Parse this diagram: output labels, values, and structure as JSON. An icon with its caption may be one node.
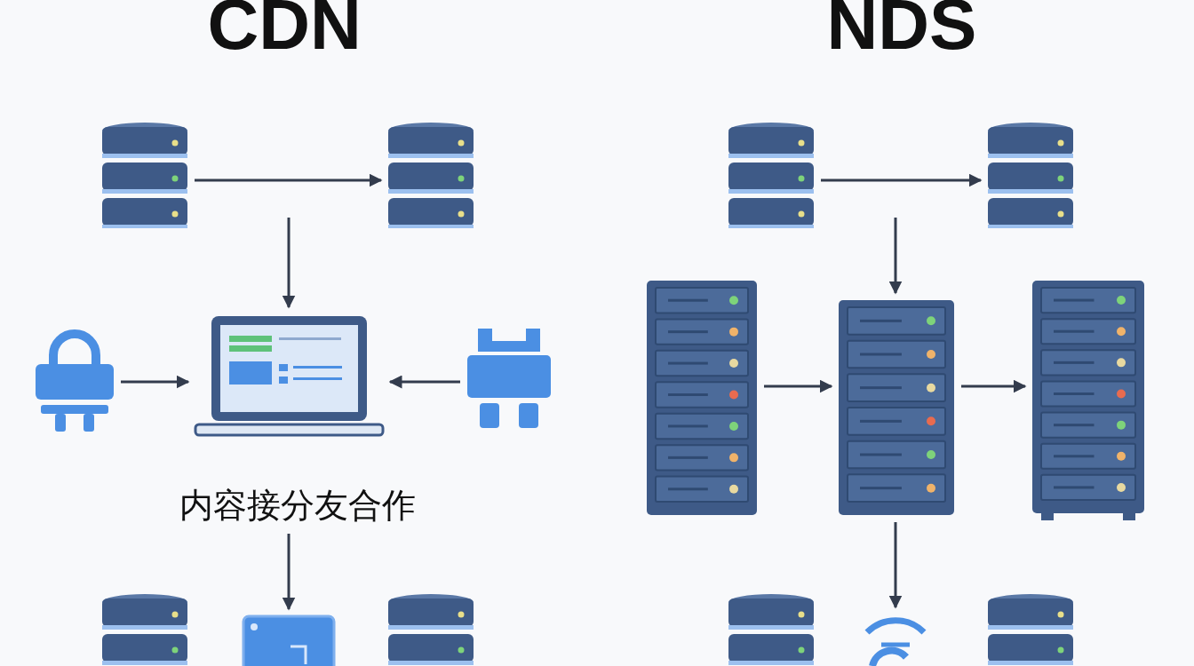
{
  "diagram": {
    "nodes": [
      {
        "text": [],
        "shape": "cylinder"
      },
      {
        "text": [],
        "shape": "cylinder"
      },
      {
        "text": [],
        "shape": "cylinder"
      },
      {
        "text": [],
        "shape": "cylinder"
      },
      {
        "text": [],
        "shape": "picture"
      },
      {
        "text": [],
        "shape": "picture"
      },
      {
        "text": [],
        "shape": "picture"
      },
      {
        "text": [],
        "shape": "picture"
      },
      {
        "text": [],
        "shape": "picture"
      },
      {
        "text": [],
        "shape": "picture"
      },
      {
        "text": [
          "内容接分友合作"
        ]
      },
      {
        "text": [],
        "shape": "cylinder"
      },
      {
        "text": [],
        "shape": "box"
      },
      {
        "text": [],
        "shape": "cylinder"
      },
      {
        "text": [],
        "shape": "cylinder"
      },
      {
        "text": [],
        "shape": "picture"
      },
      {
        "text": [],
        "shape": "cylinder"
      }
    ],
    "edges": [
      {
        "from": 0,
        "to": 1,
        "arrow": "to"
      },
      {
        "from": null,
        "to": 5,
        "arrow": "to"
      },
      {
        "from": 4,
        "to": 5,
        "arrow": "to"
      },
      {
        "from": 6,
        "to": 5,
        "arrow": "to"
      },
      {
        "from": 10,
        "to": 12,
        "arrow": "to"
      },
      {
        "from": 2,
        "to": 3,
        "arrow": "to"
      },
      {
        "from": null,
        "to": 8,
        "arrow": "to"
      },
      {
        "from": 7,
        "to": 8,
        "arrow": "to"
      },
      {
        "from": 8,
        "to": 9,
        "arrow": "to"
      },
      {
        "from": 8,
        "to": 15,
        "arrow": "to"
      }
    ],
    "labels": [
      "CDN",
      "NDS"
    ]
  }
}
